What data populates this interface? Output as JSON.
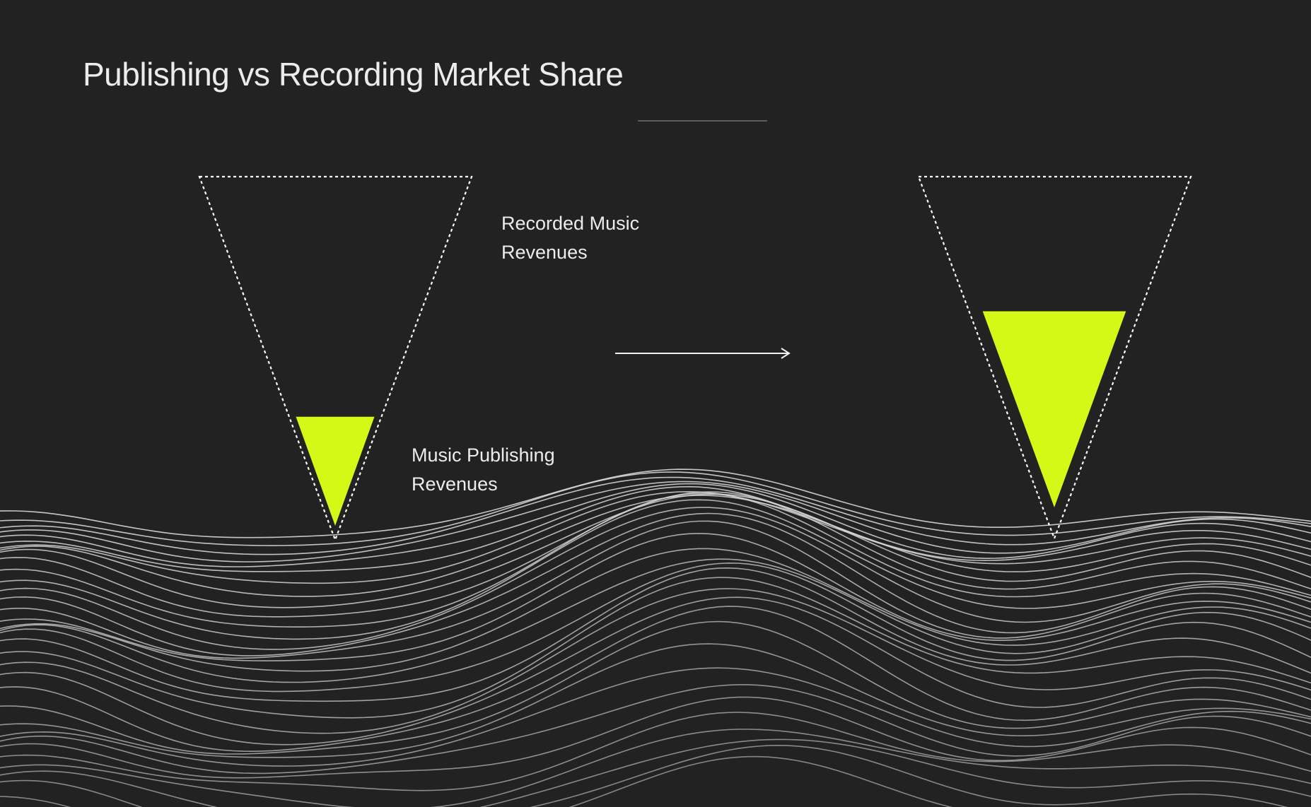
{
  "title": "Publishing vs Recording Market Share",
  "labels": {
    "recorded_music": [
      "Recorded Music",
      "Revenues"
    ],
    "music_publishing": [
      "Music Publishing",
      "Revenues"
    ]
  },
  "diagram": {
    "before_publishing_share": 0.3,
    "after_publishing_share": 0.54
  },
  "colors": {
    "background": "#222222",
    "accent": "#d4f916",
    "text": "#ececec",
    "outline": "#ffffff",
    "rule": "#5d5d5d"
  },
  "icons": {
    "transition": "arrow-right-icon",
    "background": "wireframe-wave-terrain"
  }
}
